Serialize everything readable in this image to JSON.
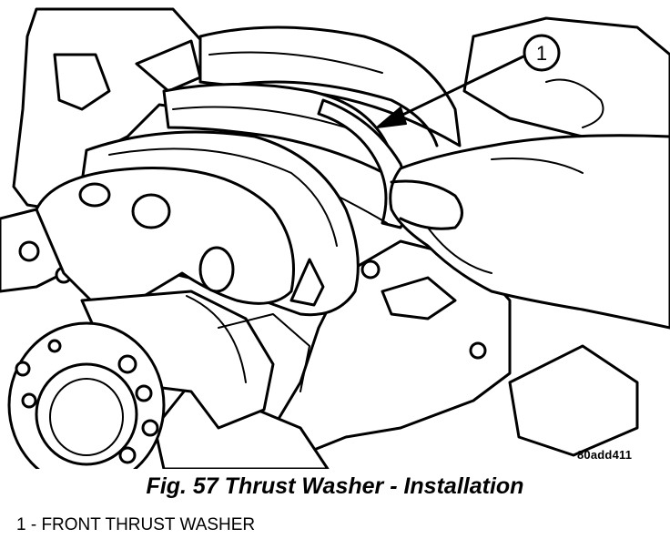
{
  "figure": {
    "callout_number": "1",
    "image_id": "80add411",
    "caption": "Fig. 57 Thrust Washer - Installation",
    "legend_items": [
      "1 - FRONT THRUST WASHER"
    ]
  }
}
